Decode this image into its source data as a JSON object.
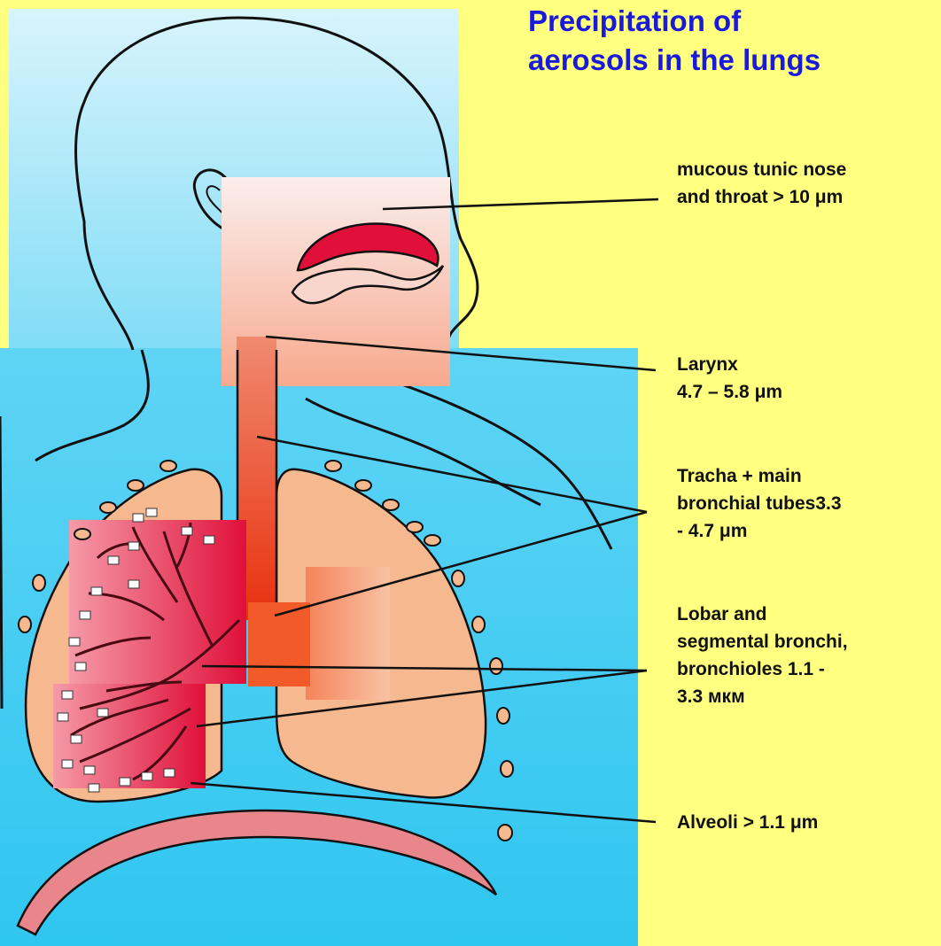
{
  "title": {
    "line1": "Precipitation of",
    "line2": "aerosols in the lungs"
  },
  "labels": {
    "nose": {
      "line1": "mucous tunic nose",
      "line2": "and throat > 10 μm"
    },
    "larynx": {
      "line1": "Larynx",
      "line2": "4.7 – 5.8 μm"
    },
    "trachea": {
      "line1": "Tracha + main",
      "line2": "bronchial tubes3.3",
      "line3": "- 4.7 μm"
    },
    "lobar": {
      "line1": "Lobar and",
      "line2": "segmental bronchi,",
      "line3": "bronchioles 1.1 -",
      "line4": "3.3 мкм"
    },
    "alveoli": {
      "line1": "Alveoli > 1.1 μm"
    }
  },
  "colors": {
    "background": "#ffff80",
    "title": "#1a1adb",
    "sky_panel": "#5fd4f5",
    "lung": "#f5b88f",
    "airway": "#e83a1a",
    "bronchi_patch": "#e8264f",
    "diaphragm": "#e8868b"
  }
}
